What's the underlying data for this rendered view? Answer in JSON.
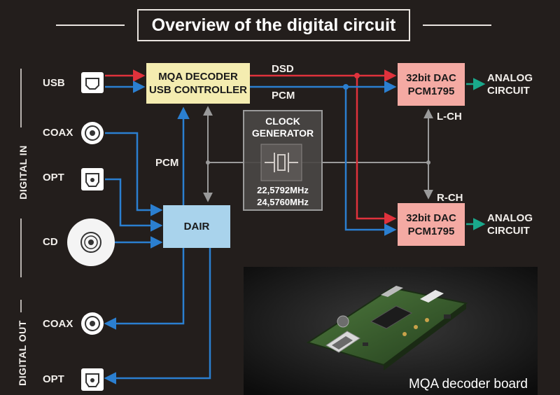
{
  "title": "Overview of the digital circuit",
  "section_labels": {
    "digital_in": "DIGITAL IN",
    "digital_out": "DIGITAL OUT"
  },
  "inputs": {
    "usb": "USB",
    "coax": "COAX",
    "opt": "OPT",
    "cd": "CD"
  },
  "outputs": {
    "coax": "COAX",
    "opt": "OPT"
  },
  "blocks": {
    "mqa_decoder": {
      "line1": "MQA DECODER",
      "line2": "USB CONTROLLER"
    },
    "dair": "DAIR",
    "clock": {
      "line1": "CLOCK",
      "line2": "GENERATOR",
      "freq1": "22,5792MHz",
      "freq2": "24,5760MHz"
    },
    "dac_l": {
      "line1": "32bit DAC",
      "line2": "PCM1795"
    },
    "dac_r": {
      "line1": "32bit DAC",
      "line2": "PCM1795"
    }
  },
  "signal_labels": {
    "dsd": "DSD",
    "pcm_top": "PCM",
    "pcm_left": "PCM",
    "lch": "L-CH",
    "rch": "R-CH"
  },
  "analog": {
    "line1": "ANALOG",
    "line2": "CIRCUIT"
  },
  "photo_caption": "MQA decoder board",
  "colors": {
    "background": "#231e1c",
    "dsd_line": "#e0323c",
    "pcm_line": "#2b7fd0",
    "gray_line": "#9a9a9a",
    "analog_arrow": "#1aa98c",
    "mqa_box": "#f4ecb0",
    "dair_box": "#a9d3ec",
    "dac_box": "#f4aaa3",
    "clock_box": "#4a4644"
  }
}
